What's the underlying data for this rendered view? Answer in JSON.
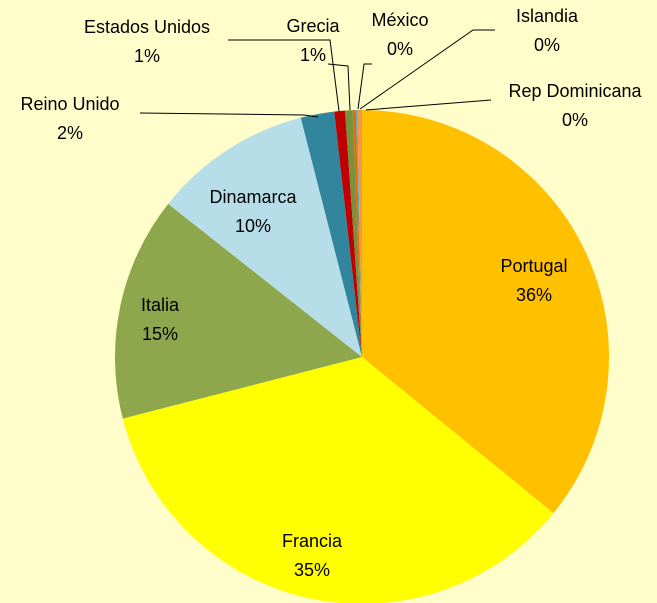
{
  "chart_data": {
    "type": "pie",
    "title": "",
    "slices": [
      {
        "label": "Portugal",
        "pct_label": "36%",
        "value": 36.0,
        "color": "#FFC000"
      },
      {
        "label": "Francia",
        "pct_label": "35%",
        "value": 35.2,
        "color": "#FFFF00"
      },
      {
        "label": "Italia",
        "pct_label": "15%",
        "value": 14.7,
        "color": "#8EA74C"
      },
      {
        "label": "Dinamarca",
        "pct_label": "10%",
        "value": 10.4,
        "color": "#B7DEE8"
      },
      {
        "label": "Reino Unido",
        "pct_label": "2%",
        "value": 2.2,
        "color": "#31859C"
      },
      {
        "label": "Estados Unidos",
        "pct_label": "1%",
        "value": 0.7,
        "color": "#C00000"
      },
      {
        "label": "Grecia",
        "pct_label": "1%",
        "value": 0.5,
        "color": "#76923C"
      },
      {
        "label": "México",
        "pct_label": "0%",
        "value": 0.2,
        "color": "#E26B0A"
      },
      {
        "label": "Islandia",
        "pct_label": "0%",
        "value": 0.1,
        "color": "#4BACC6"
      },
      {
        "label": "Rep Dominicana",
        "pct_label": "0%",
        "value": 0.3,
        "color": "#F79646"
      }
    ],
    "legend": "none"
  }
}
